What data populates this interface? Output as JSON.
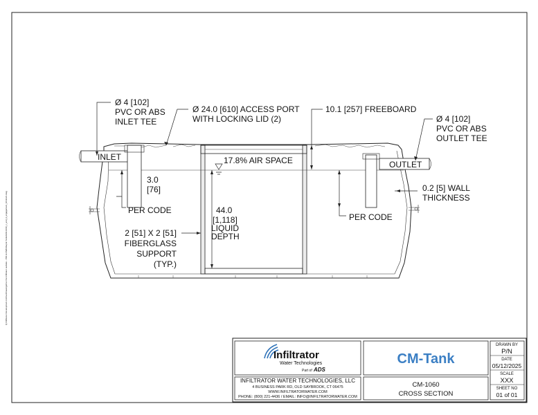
{
  "labels": {
    "inlet_tee": [
      "Ø 4 [102]",
      "PVC OR ABS",
      "INLET TEE"
    ],
    "access_port": [
      "Ø 24.0 [610] ACCESS PORT",
      "WITH LOCKING LID (2)"
    ],
    "freeboard": "10.1 [257] FREEBOARD",
    "outlet_tee": [
      "Ø 4 [102]",
      "PVC OR ABS",
      "OUTLET TEE"
    ],
    "inlet": "INLET",
    "outlet": "OUTLET",
    "air_space": "17.8% AIR SPACE",
    "inlet_drop": [
      "3.0",
      "[76]"
    ],
    "wall_thickness": [
      "0.2 [5] WALL",
      "THICKNESS"
    ],
    "per_code_left": "PER CODE",
    "per_code_right": "PER CODE",
    "liquid_depth": [
      "44.0",
      "[1,118]",
      "LIQUID",
      "DEPTH"
    ],
    "support": [
      "2 [51] X 2 [51]",
      "FIBERGLASS",
      "SUPPORT",
      "(TYP.)"
    ],
    "side_note": "Q:\\Infiltrator Development Archive\\Drawings\\For the Infiltrator website - PDF & DWG\\Septic Tanks\\CM-1060_c_and_d_engagement_1011221.dwg"
  },
  "title_block": {
    "logo_name": "Infiltrator",
    "logo_sub": "Water Technologies",
    "logo_partof": "Part of",
    "logo_ads": "ADS",
    "product": "CM-Tank",
    "company": "INFILTRATOR WATER TECHNOLOGIES, LLC",
    "address": "4 BUSINESS PARK RD, OLD SAYBROOK, CT 06475",
    "web": "WWW.INFILTRATORWATER.COM",
    "contact": "PHONE: (800) 221-4436 / EMAIL: INFO@INFILTRATORWATER.COM",
    "drawing_no": "CM-1060",
    "drawing_title": "CROSS SECTION",
    "drawn_by_label": "DRAWN BY",
    "drawn_by": "P/N",
    "date_label": "DATE",
    "date": "05/12/2025",
    "scale_label": "SCALE",
    "scale": "XXX",
    "sheet_label": "SHEET NO",
    "sheet": "01 of 01"
  },
  "colors": {
    "product_blue": "#3b7fc4",
    "logo_blue": "#2f73b9"
  }
}
